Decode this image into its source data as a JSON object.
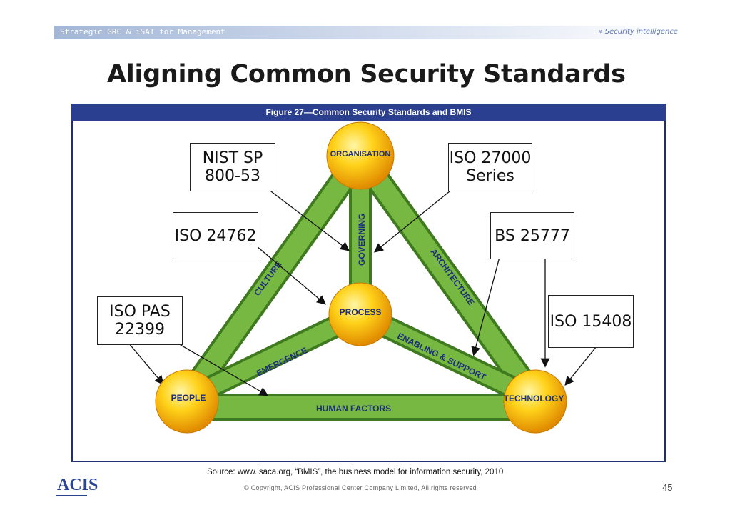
{
  "header": {
    "left": "Strategic GRC & iSAT for Management",
    "right": "» Security intelligence"
  },
  "slide_title": "Aligning Common Security Standards",
  "figure": {
    "caption": "Figure 27—Common Security Standards and BMIS",
    "nodes": {
      "organisation": "ORGANISATION",
      "process": "PROCESS",
      "people": "PEOPLE",
      "technology": "TECHNOLOGY"
    },
    "links": {
      "governing": "GOVERNING",
      "culture": "CULTURE",
      "architecture": "ARCHITECTURE",
      "emergence": "EMERGENCE",
      "enabling": "ENABLING & SUPPORT",
      "human_factors": "HUMAN FACTORS"
    },
    "standards": {
      "nist": [
        "NIST SP",
        "800-53"
      ],
      "iso27000": [
        "ISO 27000",
        "Series"
      ],
      "iso24762": "ISO 24762",
      "bs25777": "BS 25777",
      "isopas": [
        "ISO PAS",
        "22399"
      ],
      "iso15408": "ISO 15408"
    },
    "colors": {
      "band": "#6aa93a",
      "band_edge": "#3f7a1f",
      "node": "#f5b000",
      "bar": "#2a3f8f"
    }
  },
  "footer": {
    "source": "Source: www.isaca.org, “BMIS”, the business model for information security, 2010",
    "copyright": "© Copyright, ACIS Professional Center Company Limited, All rights reserved",
    "page": "45",
    "logo": "ACIS"
  }
}
